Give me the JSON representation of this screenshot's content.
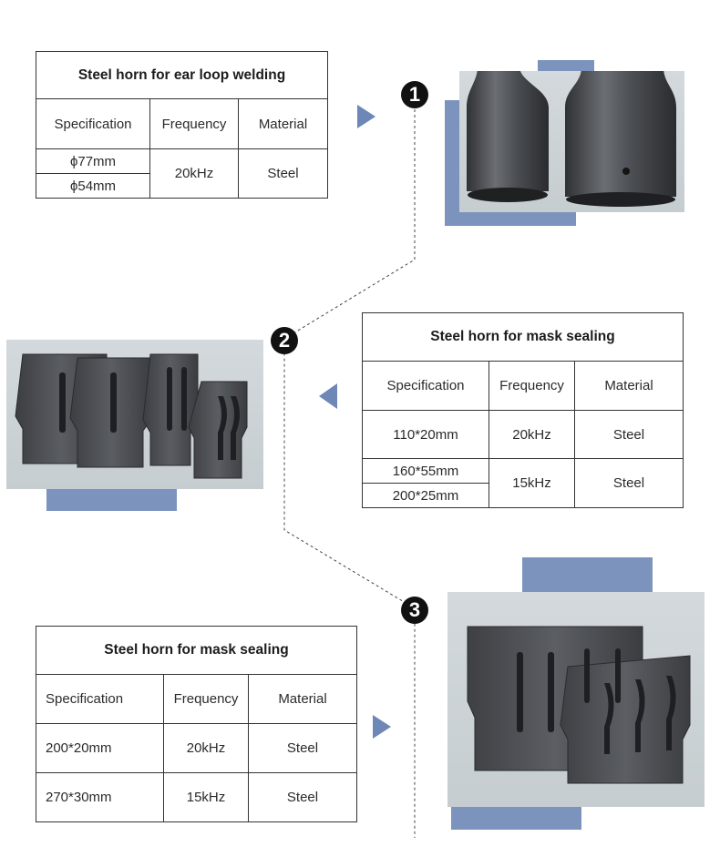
{
  "sections": [
    {
      "badge": "1",
      "title": "Steel horn for ear loop welding",
      "headers": [
        "Specification",
        "Frequency",
        "Material"
      ],
      "rows": [
        {
          "spec": "ϕ77mm"
        },
        {
          "spec": "ϕ54mm"
        }
      ],
      "frequency": "20kHz",
      "material": "Steel",
      "image_icon": "cylindrical-steel-horn-photo"
    },
    {
      "badge": "2",
      "title": "Steel horn for mask sealing",
      "headers": [
        "Specification",
        "Frequency",
        "Material"
      ],
      "row1": {
        "spec": "110*20mm",
        "frequency": "20kHz",
        "material": "Steel"
      },
      "row2": {
        "spec_a": "160*55mm",
        "spec_b": "200*25mm",
        "frequency": "15kHz",
        "material": "Steel"
      },
      "image_icon": "slotted-block-horn-photo"
    },
    {
      "badge": "3",
      "title": "Steel horn for mask sealing",
      "headers": [
        "Specification",
        "Frequency",
        "Material"
      ],
      "rows": [
        {
          "spec": "200*20mm",
          "frequency": "20kHz",
          "material": "Steel"
        },
        {
          "spec": "270*30mm",
          "frequency": "15kHz",
          "material": "Steel"
        }
      ],
      "image_icon": "wide-slotted-horn-photo"
    }
  ],
  "colors": {
    "accent_blue": "#7b93bd",
    "arrow_blue": "#6d87b6",
    "photo_bg": "#cdd3d6",
    "steel_dark": "#4a4c50"
  }
}
